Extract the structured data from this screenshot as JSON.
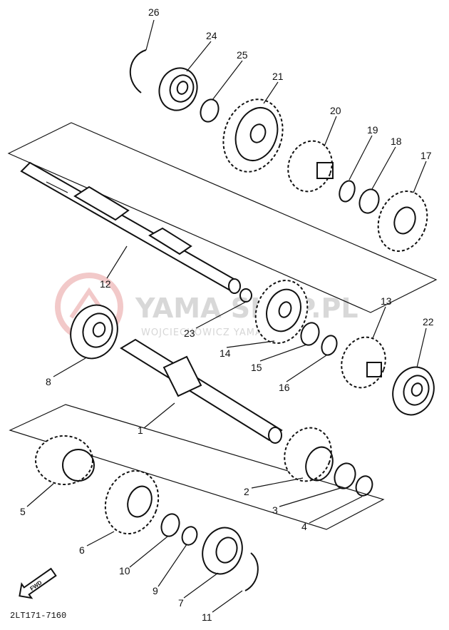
{
  "diagram": {
    "part_code": "2LT171-7160",
    "direction_badge": "FWD",
    "watermark": {
      "title": "YAMA SHOP.PL",
      "subtitle": "WOJCIECHOWICZ YAMAHA"
    },
    "callouts": [
      {
        "number": "26"
      },
      {
        "number": "24"
      },
      {
        "number": "25"
      },
      {
        "number": "21"
      },
      {
        "number": "20"
      },
      {
        "number": "19"
      },
      {
        "number": "18"
      },
      {
        "number": "17"
      },
      {
        "number": "12"
      },
      {
        "number": "13"
      },
      {
        "number": "22"
      },
      {
        "number": "23"
      },
      {
        "number": "14"
      },
      {
        "number": "15"
      },
      {
        "number": "16"
      },
      {
        "number": "8"
      },
      {
        "number": "1"
      },
      {
        "number": "5"
      },
      {
        "number": "2"
      },
      {
        "number": "3"
      },
      {
        "number": "4"
      },
      {
        "number": "6"
      },
      {
        "number": "10"
      },
      {
        "number": "9"
      },
      {
        "number": "7"
      },
      {
        "number": "11"
      }
    ]
  }
}
